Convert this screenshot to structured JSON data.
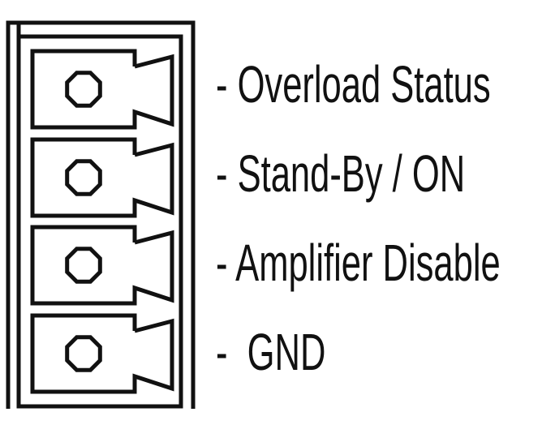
{
  "diagram": {
    "labels": [
      "- Overload Status",
      "- Stand-By / ON",
      "- Amplifier Disable",
      "-  GND"
    ],
    "terminal_count": 4,
    "stroke_color": "#111111"
  }
}
